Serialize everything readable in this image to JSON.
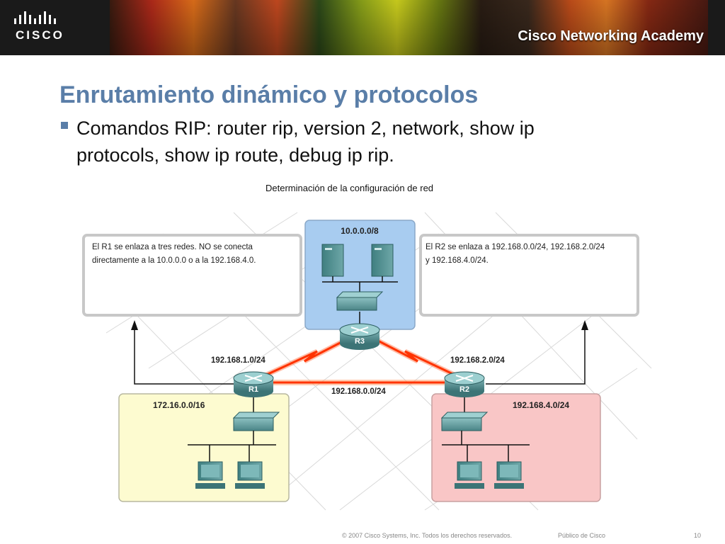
{
  "header": {
    "brand": "CISCO",
    "academy": "Cisco Networking Academy"
  },
  "title": "Enrutamiento dinámico y protocolos",
  "bullet": "Comandos RIP: router rip, version 2, network, show ip protocols, show ip route, debug ip rip.",
  "diagram": {
    "title": "Determinación de la configuración de red",
    "note_r1": [
      "El R1 se enlaza a tres redes. NO se conecta",
      "directamente a la 10.0.0.0 o a la 192.168.4.0."
    ],
    "note_r2": [
      "El R2 se enlaza a 192.168.0.0/24, 192.168.2.0/24",
      "y 192.168.4.0/24."
    ],
    "networks": {
      "r3_lan": "10.0.0.0/8",
      "r1_lan": "172.16.0.0/16",
      "r2_lan": "192.168.4.0/24",
      "r1_r3": "192.168.1.0/24",
      "r2_r3": "192.168.2.0/24",
      "r1_r2": "192.168.0.0/24"
    },
    "routers": {
      "r1": "R1",
      "r2": "R2",
      "r3": "R3"
    }
  },
  "footer": {
    "copyright": "© 2007 Cisco Systems, Inc. Todos los derechos reservados.",
    "classification": "Público de Cisco",
    "page": "10"
  },
  "colors": {
    "title": "#5a7ea8",
    "r3_zone": "#a8ccf0",
    "r1_zone": "#fdfbd0",
    "r2_zone": "#f9c6c6",
    "serial_link": "#ff3300"
  }
}
